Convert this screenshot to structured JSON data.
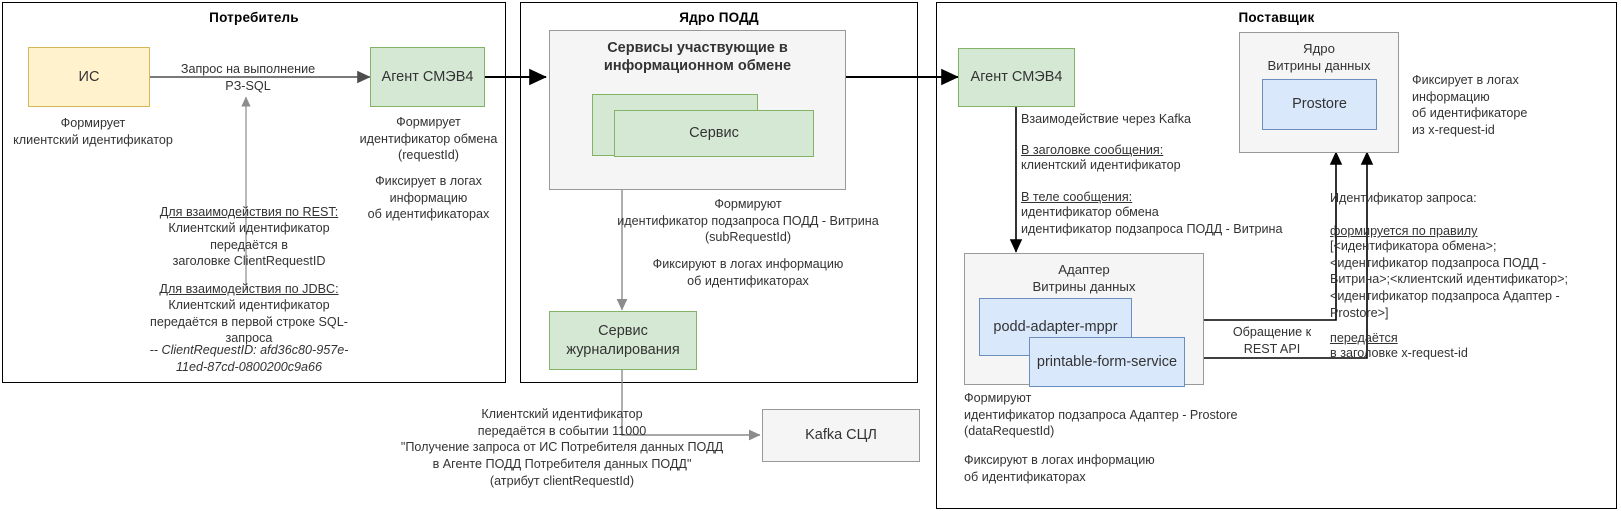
{
  "diagram": {
    "title": "Схема передачи идентификаторов ПОДД",
    "colors": {
      "green_fill": "#d5e8d4",
      "green_stroke": "#82b366",
      "yellow_fill": "#fff2cc",
      "yellow_stroke": "#d6b656",
      "blue_fill": "#dae8fc",
      "blue_stroke": "#6c8ebf",
      "grey_fill": "#f5f5f5",
      "grey_stroke": "#999999",
      "panel_stroke": "#000000",
      "arrow_dark": "#4d4d4d",
      "arrow_black": "#000000"
    }
  },
  "panels": {
    "consumer": {
      "title": "Потребитель"
    },
    "core": {
      "title": "Ядро ПОДД"
    },
    "supplier": {
      "title": "Поставщик"
    }
  },
  "consumer": {
    "is_box": "ИС",
    "is_note": "Формирует\nклиентский идентификатор",
    "agent_box": "Агент СМЭВ4",
    "agent_note_1": "Формирует\nидентификатор обмена\n(requestId)",
    "agent_note_2": "Фиксирует в логах\nинформацию\nоб идентификаторах",
    "flow_label": "Запрос на выполнение\nPЗ-SQL",
    "rest_title": "Для взаимодействия по REST:",
    "rest_body": "Клиентский идентификатор\nпередаётся в\nзаголовке ClientRequestID",
    "jdbc_title": "Для взаимодействия по JDBC:",
    "jdbc_body": "Клиентский идентификатор\nпередаётся в первой строке SQL-\nзапроса",
    "jdbc_sample": "-- ClientRequestID: afd36c80-957e-\n11ed-87cd-0800200c9a66"
  },
  "core": {
    "services_container_title": "Сервисы участвующие в\nинформационном обмене",
    "service_box": "Сервис",
    "services_note_1": "Формируют\nидентификатор подзапроса ПОДД - Витрина\n(subRequestId)",
    "services_note_2": "Фиксируют в логах информацию\nоб идентификаторах",
    "log_service_box": "Сервис\nжурналирования"
  },
  "kafka": {
    "box": "Kafka СЦЛ",
    "note": "Клиентский идентификатор\nпередаётся в событии 11000\n\"Получение запроса от ИС Потребителя данных ПОДД\nв Агенте ПОДД Потребителя данных ПОДД\"\n(атрибут clientRequestId)"
  },
  "supplier": {
    "agent_box": "Агент СМЭВ4",
    "kafka_label": "Взаимодействие через Kafka",
    "header_title": "В заголовке сообщения:",
    "header_body": "клиентский идентификатор",
    "body_title": "В теле сообщения:",
    "body_body": "идентификатор обмена\nидентификатор подзапроса ПОДД - Витрина",
    "showcase_core_title": "Ядро\nВитрины данных",
    "prostore_box": "Prostore",
    "prostore_note": "Фиксирует в логах\nинформацию\nоб идентификаторе\nиз x-request-id",
    "adapter_title": "Адаптер\nВитрины данных",
    "adapter_service_1": "podd-adapter-mppr",
    "adapter_service_2": "printable-form-service",
    "rest_call_label": "Обращение к\nREST API",
    "adapter_note_1": "Формируют\nидентификатор подзапроса Адаптер - Prostore\n(dataRequestId)",
    "adapter_note_2": "Фиксируют в логах информацию\nоб идентификаторах",
    "req_id_title": "Идентификатор запроса:",
    "req_id_rule_title": "формируется по правилу",
    "req_id_rule_body": "[<идентификатора обмена>;\n<идентификатор подзапроса ПОДД -\nВитрина>;<клиентский идентификатор>;\n<идентификатор подзапроса Адаптер -\nProstore>]",
    "req_id_pass_title": "передаётся",
    "req_id_pass_body": "в заголовке x-request-id"
  }
}
